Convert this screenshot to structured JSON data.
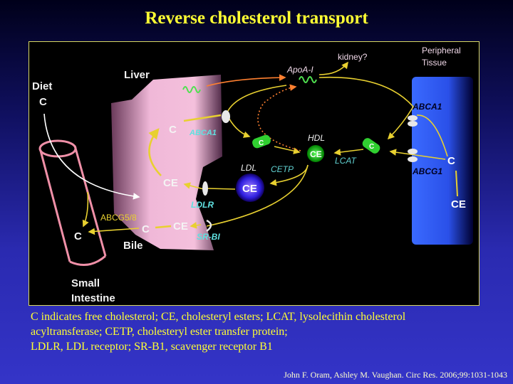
{
  "title": "Reverse cholesterol transport",
  "diagram": {
    "liver": "Liver",
    "diet": "Diet",
    "diet_c": "C",
    "liver_c": "C",
    "liver_abca1": "ABCA1",
    "liver_ce": "CE",
    "ldlr": "LDLR",
    "abcg58": "ABCG5/8",
    "bile_c": "C",
    "bile_ce": "CE",
    "srbi": "SR-BI",
    "intestine_c": "C",
    "bile": "Bile",
    "small": "Small",
    "intestine": "Intestine",
    "ldl": "LDL",
    "ldl_ce": "CE",
    "kidney": "kidney?",
    "apoa1": "ApoA-I",
    "hdl": "HDL",
    "hdl_ce": "CE",
    "pill_left_c": "C",
    "pill_right_c": "C",
    "lcat": "LCAT",
    "cetp": "CETP",
    "peripheral": "Peripheral",
    "tissue": "Tissue",
    "tissue_abca1": "ABCA1",
    "tissue_abcg1": "ABCG1",
    "tissue_c": "C",
    "tissue_ce": "CE"
  },
  "caption": [
    "C indicates free cholesterol; CE, cholesteryl esters; LCAT, lysolecithin cholesterol",
    "acyltransferase; CETP, cholesteryl ester transfer protein;",
    "LDLR, LDL receptor; SR-B1, scavenger receptor B1"
  ],
  "citation": "John F. Oram, Ashley M. Vaughan. Circ Res. 2006;99:1031-1043"
}
